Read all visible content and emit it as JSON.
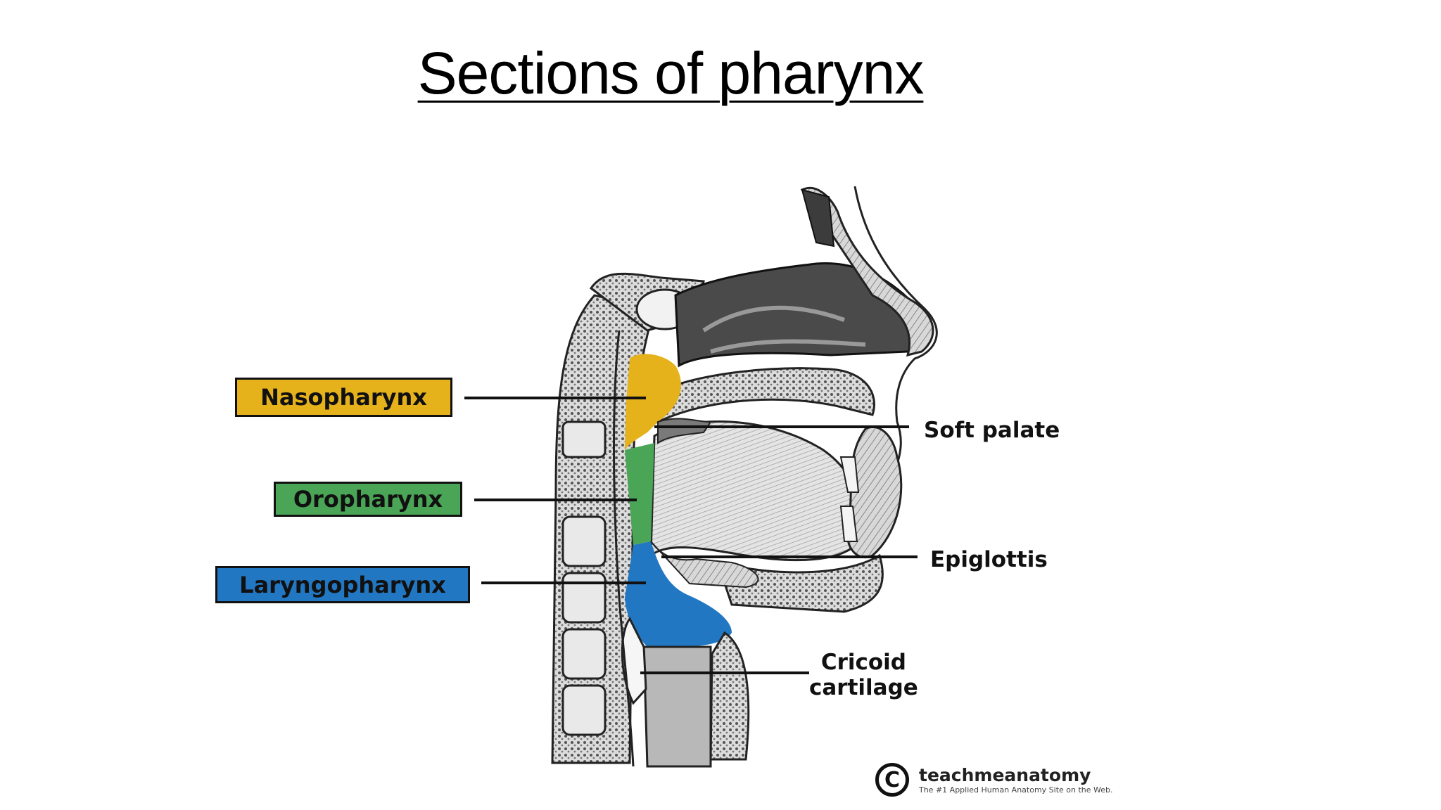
{
  "title": "Sections of pharynx",
  "labels": {
    "nasopharynx": "Nasopharynx",
    "oropharynx": "Oropharynx",
    "laryngopharynx": "Laryngopharynx",
    "soft_palate": "Soft palate",
    "epiglottis": "Epiglottis",
    "cricoid_line1": "Cricoid",
    "cricoid_line2": "cartilage"
  },
  "watermark": {
    "symbol": "C",
    "name": "teachmeanatomy",
    "tagline": "The #1 Applied Human Anatomy Site on the Web."
  },
  "colors": {
    "nasopharynx": "#e6b21c",
    "oropharynx": "#4aa557",
    "laryngopharynx": "#2277c2"
  }
}
